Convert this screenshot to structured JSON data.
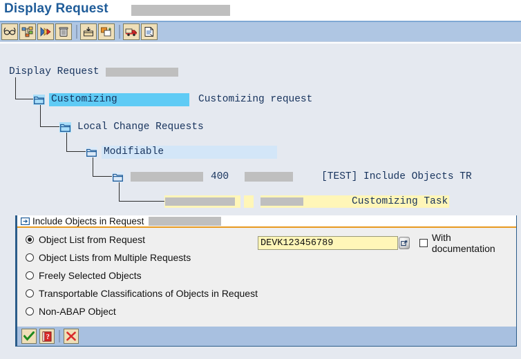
{
  "window": {
    "title": "Display Request",
    "title_redacted": true
  },
  "toolbar": {
    "buttons": [
      {
        "name": "display-glasses-icon",
        "tooltip": "Display"
      },
      {
        "name": "object-tree-icon",
        "tooltip": "Object Tree"
      },
      {
        "name": "forward-request-icon",
        "tooltip": "Forward"
      },
      {
        "name": "delete-trash-icon",
        "tooltip": "Delete"
      },
      {
        "name": "import-box-icon",
        "tooltip": "Include Objects"
      },
      {
        "name": "copy-objects-icon",
        "tooltip": "Copy"
      },
      {
        "name": "transport-truck-icon",
        "tooltip": "Transport"
      },
      {
        "name": "documentation-icon",
        "tooltip": "Documentation"
      }
    ]
  },
  "tree": {
    "root": {
      "label": "Display Request",
      "redacted": true
    },
    "nodes": [
      {
        "label": "Customizing",
        "description": "Customizing request",
        "selected": true
      },
      {
        "label": "Local Change Requests",
        "description": "",
        "selected": false
      },
      {
        "label": "Modifiable",
        "description": "",
        "selected": false
      },
      {
        "label": "",
        "client": "400",
        "description": "[TEST] Include Objects TR",
        "redacted": true
      },
      {
        "label": "",
        "description": "Customizing Task",
        "redacted": true
      }
    ]
  },
  "dialog": {
    "title": "Include Objects in Request",
    "title_icon": "dialog-window-icon",
    "title_redacted": true,
    "radio_options": [
      {
        "label": "Object List from Request",
        "selected": true
      },
      {
        "label": "Object Lists from Multiple Requests",
        "selected": false
      },
      {
        "label": "Freely Selected Objects",
        "selected": false
      },
      {
        "label": "Transportable Classifications of Objects in Request",
        "selected": false
      },
      {
        "label": "Non-ABAP Object",
        "selected": false
      }
    ],
    "request_input": {
      "value": "DEVK123456789",
      "placeholder": "",
      "help_icon": "search-help-icon"
    },
    "documentation_checkbox": {
      "label": "With documentation",
      "checked": false
    },
    "footer_buttons": [
      {
        "name": "continue-button",
        "icon": "green-check-icon",
        "tooltip": "Continue"
      },
      {
        "name": "help-button",
        "icon": "red-book-help-icon",
        "tooltip": "Help"
      },
      {
        "name": "cancel-button",
        "icon": "red-x-icon",
        "tooltip": "Cancel"
      }
    ]
  },
  "colors": {
    "accent_blue": "#1F5C99",
    "toolbar_bg": "#AFC6E3",
    "selection_cyan": "#5FCBF5",
    "field_yellow": "#FFF6B8",
    "dialog_orange": "#E8991E",
    "page_bg": "#E5E9F0"
  }
}
